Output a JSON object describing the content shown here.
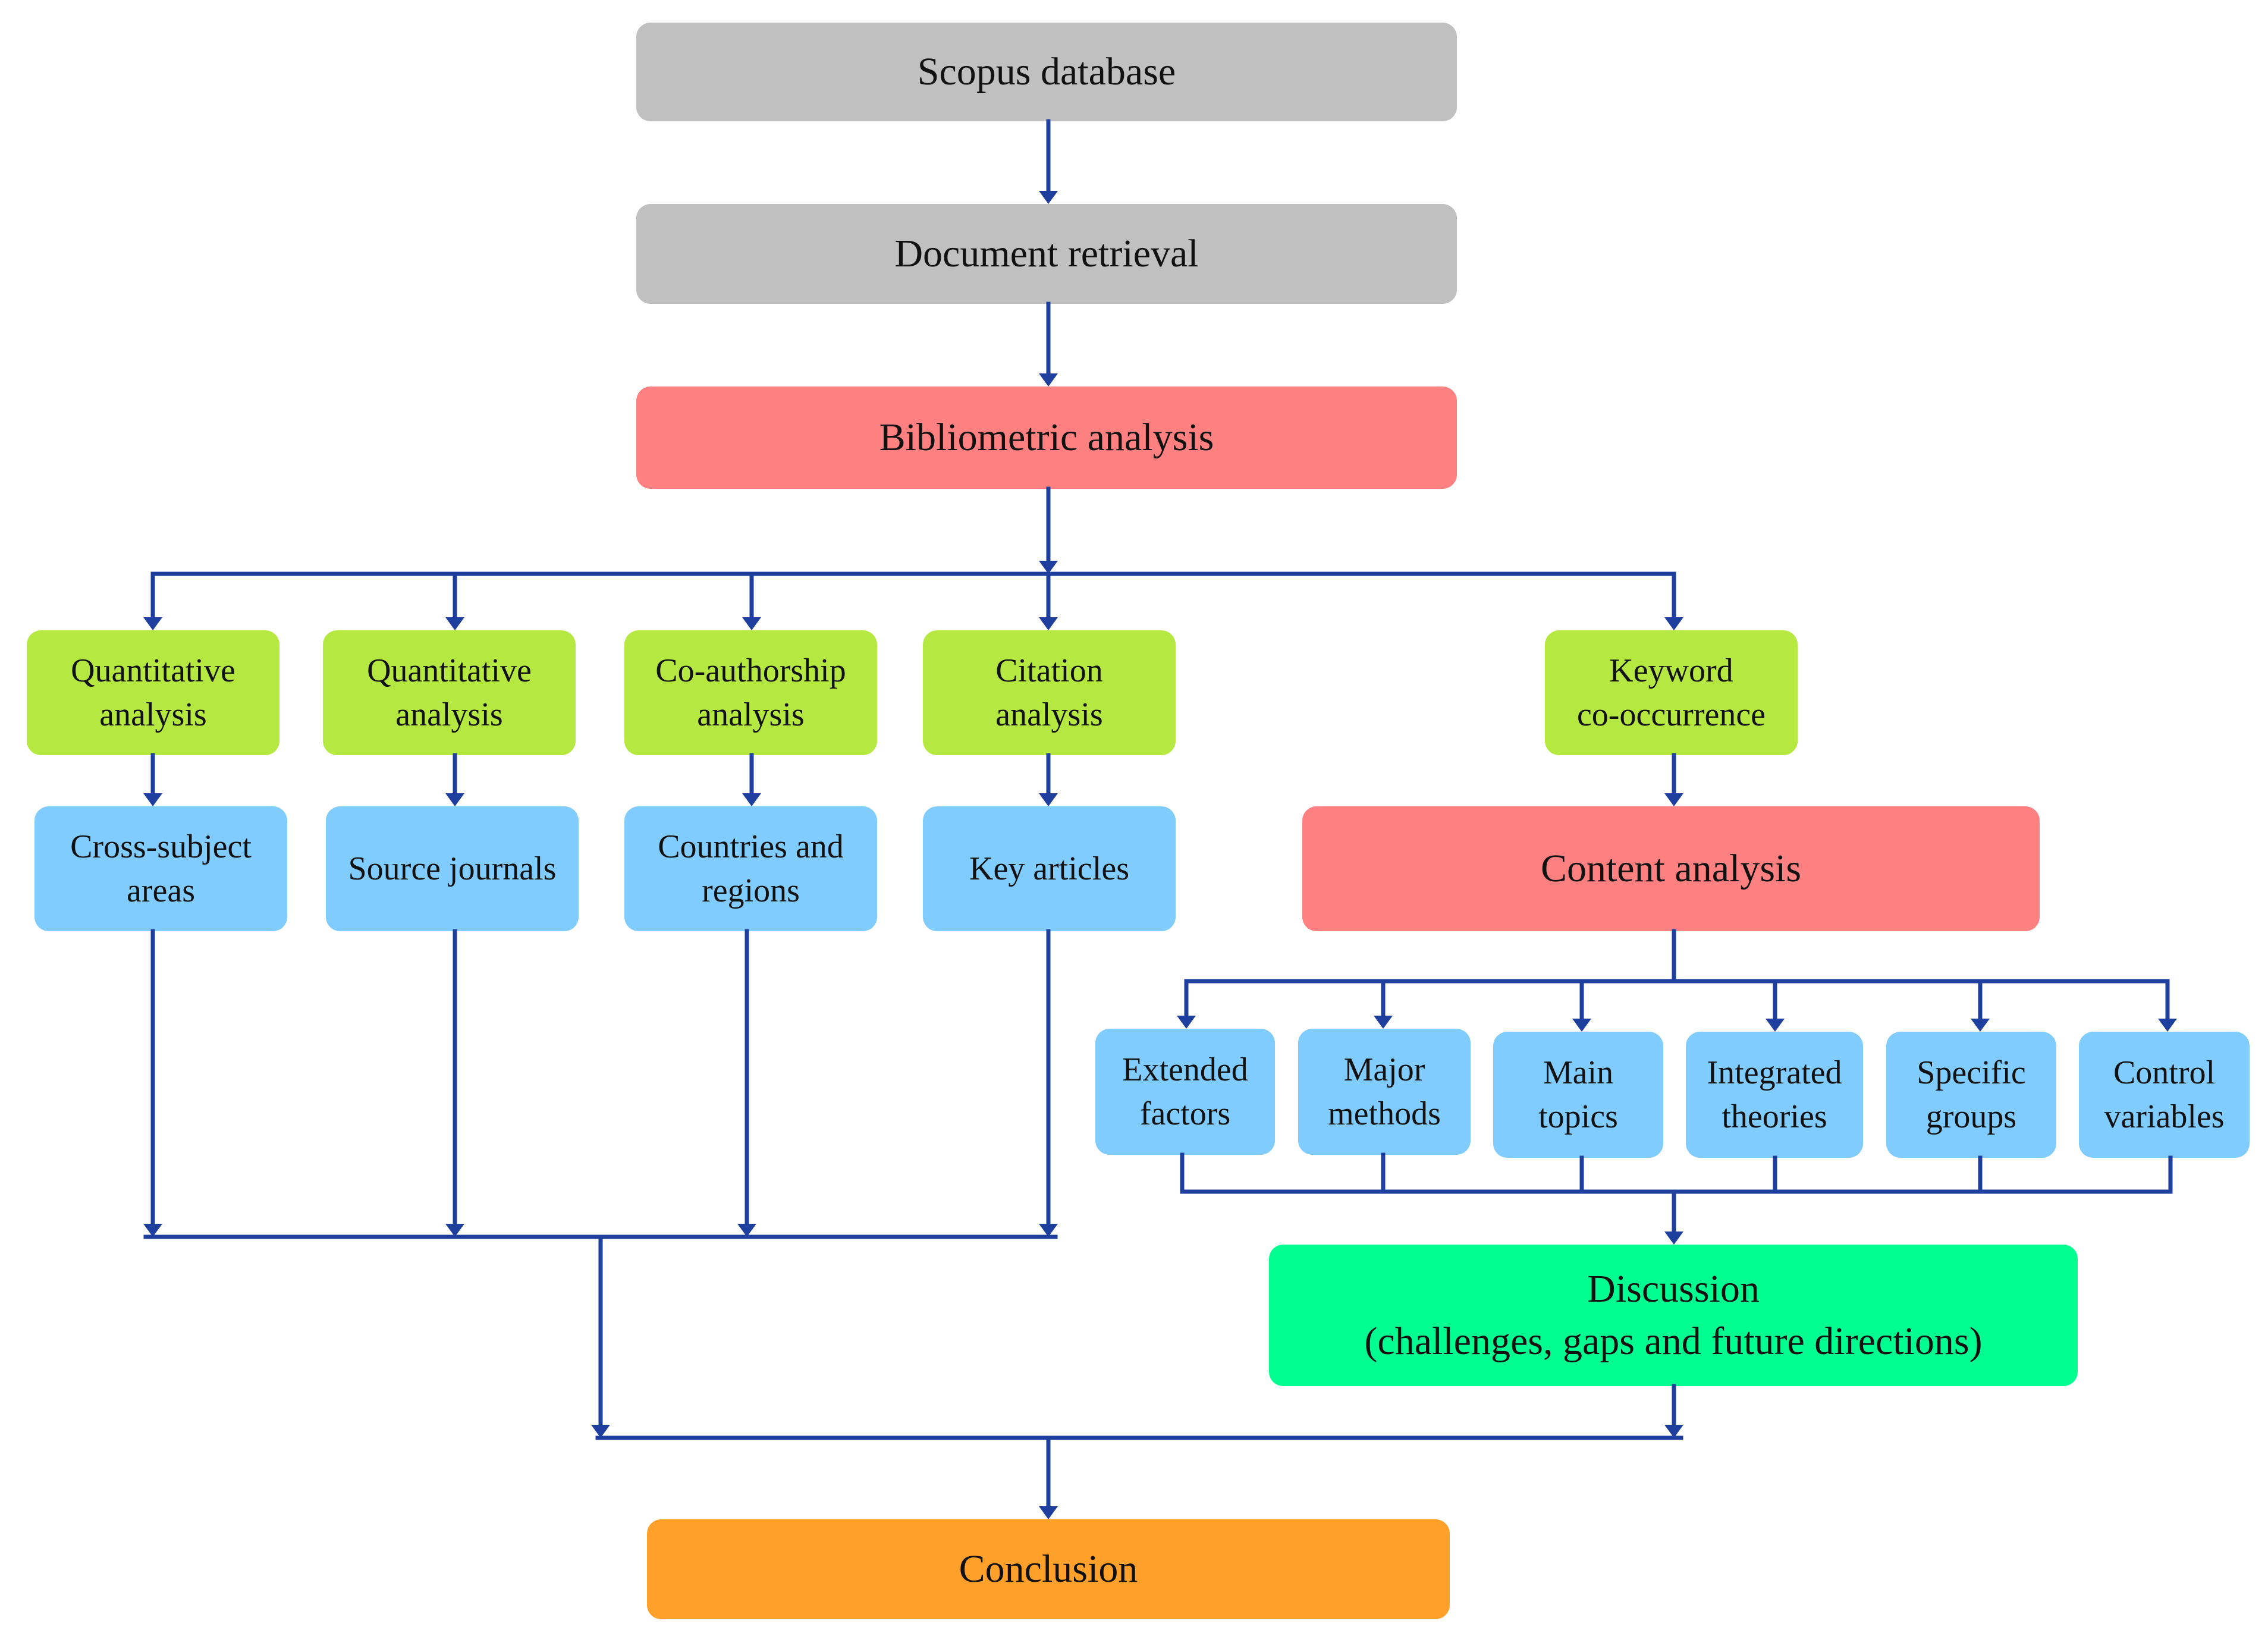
{
  "colors": {
    "connector": "#1f3f9f",
    "gray": "#c0c0c0",
    "red": "#ff8080",
    "green": "#b5e840",
    "blue": "#80ccff",
    "teal": "#00ff90",
    "orange": "#ffa02a"
  },
  "nodes": {
    "scopus": "Scopus database",
    "retrieval": "Document retrieval",
    "bibliometric": "Bibliometric analysis",
    "quant1": [
      "Quantitative",
      "analysis"
    ],
    "quant2": [
      "Quantitative",
      "analysis"
    ],
    "coauthor": [
      "Co-authorship",
      "analysis"
    ],
    "citation": [
      "Citation",
      "analysis"
    ],
    "keyword": [
      "Keyword",
      "co-occurrence"
    ],
    "cross_subject": [
      "Cross-subject",
      "areas"
    ],
    "source_journals": "Source journals",
    "countries": [
      "Countries and",
      "regions"
    ],
    "key_articles": "Key articles",
    "content": "Content analysis",
    "extended": [
      "Extended",
      "factors"
    ],
    "major": [
      "Major",
      "methods"
    ],
    "main_topics": [
      "Main",
      "topics"
    ],
    "integrated": [
      "Integrated",
      "theories"
    ],
    "specific": [
      "Specific",
      "groups"
    ],
    "control": [
      "Control",
      "variables"
    ],
    "discussion": [
      "Discussion",
      "(challenges, gaps and future directions)"
    ],
    "conclusion": "Conclusion"
  }
}
